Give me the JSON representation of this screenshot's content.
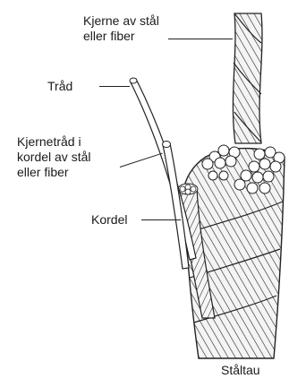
{
  "labels": {
    "core": "Kjerne av stål\neller fiber",
    "wire": "Tråd",
    "core_wire": "Kjernetråd i\nkordel av stål\neller fiber",
    "strand": "Kordel",
    "rope": "Ståltau"
  },
  "colors": {
    "ink": "#1a1a1a",
    "rope_fill": "#f2f2f2",
    "wire_fill": "#ffffff"
  },
  "icons": [
    "wire-rope-illustration"
  ]
}
